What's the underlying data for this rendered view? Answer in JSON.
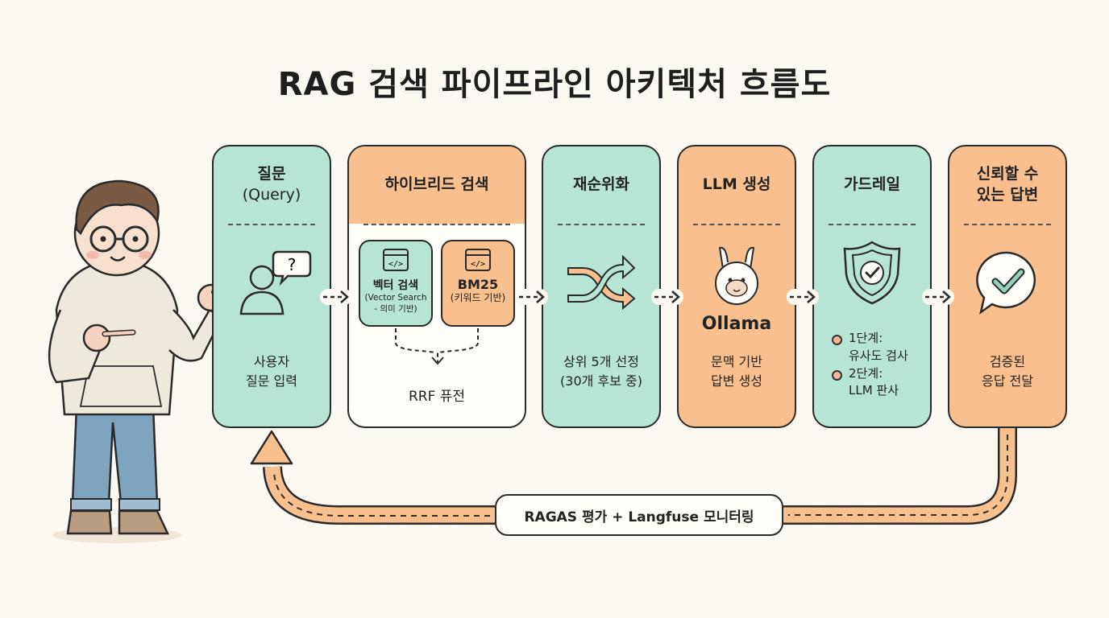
{
  "title": "RAG 검색 파이프라인 아키텍처 흐름도",
  "colors": {
    "mint": "#b6e5d5",
    "peach": "#f8c08e",
    "background": "#fcf9f2",
    "outline": "#2a2a2a"
  },
  "stages": [
    {
      "id": "query",
      "title_line1": "질문",
      "title_line2": "(Query)",
      "icon": "user-question-icon",
      "desc_line1": "사용자",
      "desc_line2": "질문 입력"
    },
    {
      "id": "hybrid",
      "title_line1": "하이브리드 검색",
      "icon": "code-window-icon",
      "sub": [
        {
          "title": "벡터 검색",
          "line1": "(Vector Search",
          "line2": "- 의미 기반)"
        },
        {
          "title": "BM25",
          "line1": "(키워드 기반)"
        }
      ],
      "fusion": "RRF 퓨전"
    },
    {
      "id": "rerank",
      "title_line1": "재순위화",
      "icon": "shuffle-icon",
      "desc_line1": "상위 5개 선정",
      "desc_line2": "(30개 후보 중)"
    },
    {
      "id": "llm",
      "title_line1": "LLM 생성",
      "icon": "llama-icon",
      "icon_label": "Ollama",
      "desc_line1": "문맥 기반",
      "desc_line2": "답변 생성"
    },
    {
      "id": "guardrail",
      "title_line1": "가드레일",
      "icon": "shield-check-icon",
      "steps": [
        {
          "label": "1단계:",
          "detail": "유사도 검사"
        },
        {
          "label": "2단계:",
          "detail": "LLM 판사"
        }
      ]
    },
    {
      "id": "answer",
      "title_line1": "신뢰할 수",
      "title_line2": "있는 답변",
      "icon": "speech-check-icon",
      "desc_line1": "검증된",
      "desc_line2": "응답 전달"
    }
  ],
  "feedback_loop": {
    "label": "RAGAS 평가 + Langfuse 모니터링",
    "icon": "feedback-arrow-icon"
  },
  "character": {
    "icon": "presenter-character-icon"
  }
}
